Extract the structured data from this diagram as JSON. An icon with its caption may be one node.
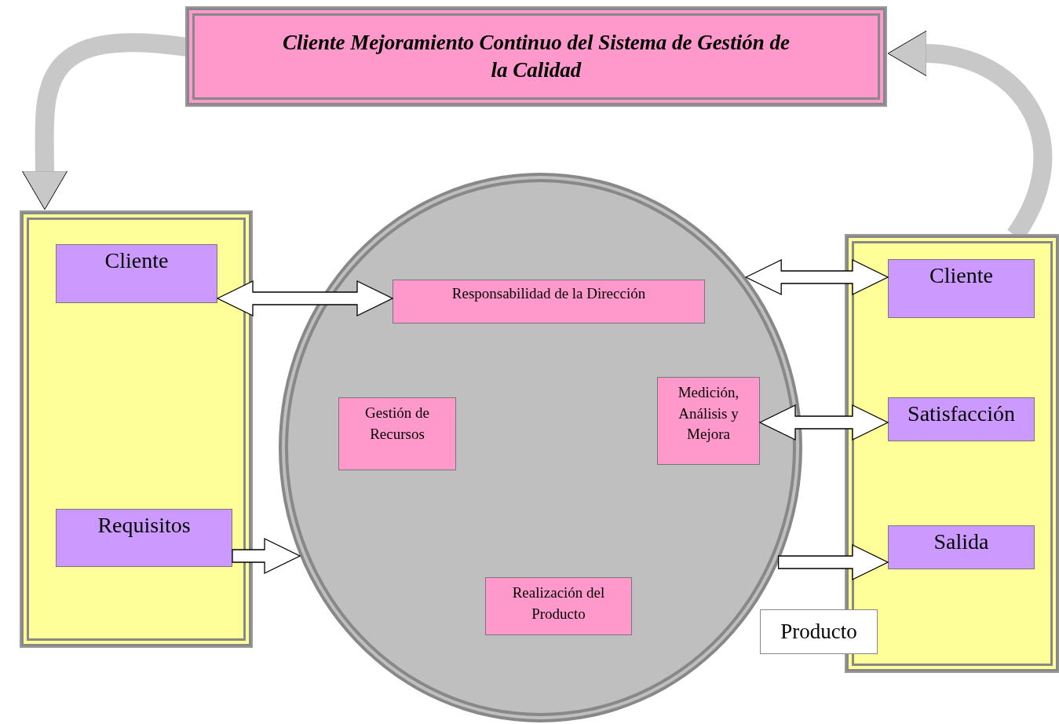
{
  "diagram": {
    "nodes": [
      {
        "text": [
          "Cliente Mejoramiento Continuo del Sistema de Gestión de la Calidad"
        ]
      },
      {
        "text": [],
        "shape": "box"
      },
      {
        "text": [
          "Cliente"
        ],
        "in": 1
      },
      {
        "text": [
          "Requisitos"
        ],
        "in": 1
      },
      {
        "text": [],
        "shape": "circle"
      },
      {
        "text": [
          "Responsabilidad de la Dirección"
        ],
        "in": 4
      },
      {
        "text": [
          "Gestión de Recursos"
        ],
        "in": 4
      },
      {
        "text": [
          "Medición, Análisis y Mejora"
        ],
        "in": 4
      },
      {
        "text": [
          "Realización del Producto"
        ],
        "in": 4
      },
      {
        "text": [],
        "shape": "box"
      },
      {
        "text": [
          "Cliente"
        ],
        "in": 9
      },
      {
        "text": [
          "Satisfacción"
        ],
        "in": 9
      },
      {
        "text": [
          "Salida"
        ],
        "in": 9
      },
      {
        "text": [
          "Producto"
        ]
      }
    ],
    "edges": [
      {
        "from": 2,
        "to": 5,
        "arrow": "both"
      },
      {
        "from": 3,
        "to": 4,
        "arrow": "to"
      },
      {
        "from": 4,
        "to": 10,
        "arrow": "both"
      },
      {
        "from": 7,
        "to": 11,
        "arrow": "both"
      },
      {
        "from": 4,
        "to": 12,
        "arrow": "to"
      },
      {
        "from": 9,
        "to": 0,
        "arrow": "to"
      },
      {
        "from": 0,
        "to": 1,
        "arrow": "to"
      }
    ]
  }
}
